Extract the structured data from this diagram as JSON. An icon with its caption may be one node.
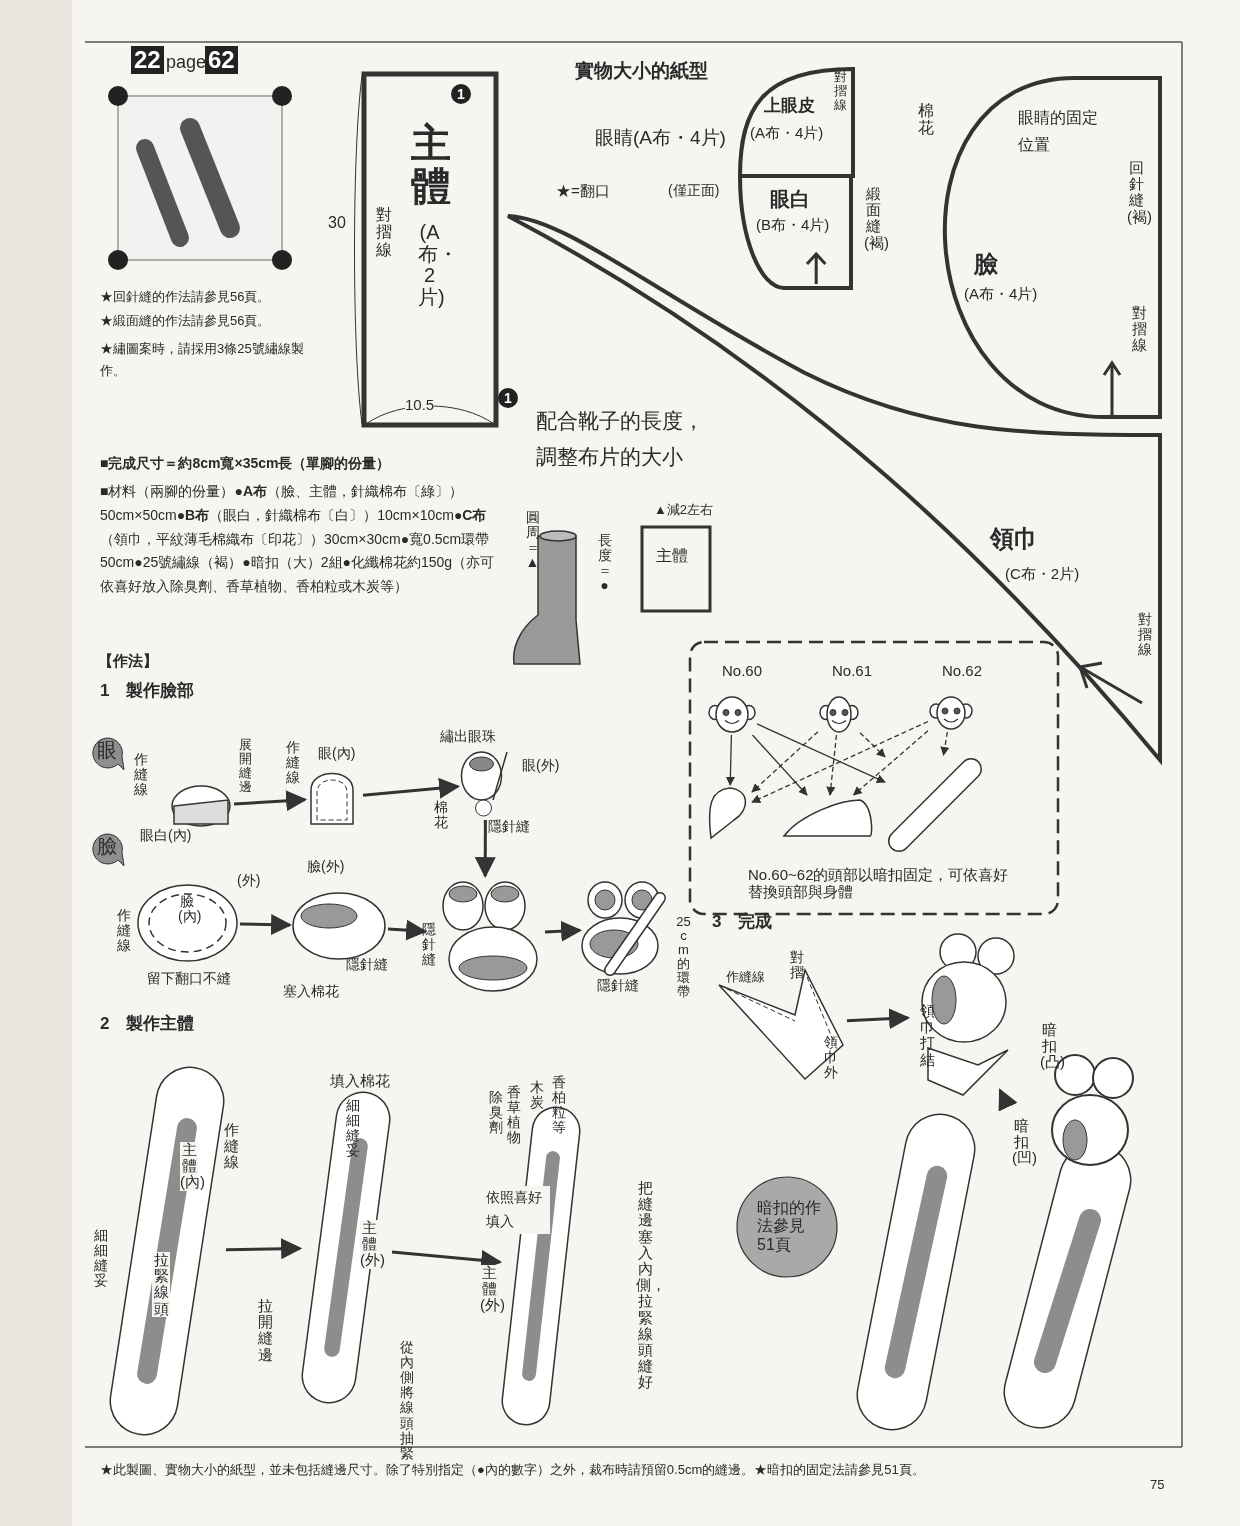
{
  "diagram": {
    "title": "實物大小的紙型",
    "nodes": [
      {
        "text": [],
        "shape": "picture"
      },
      {
        "text": [
          "主體",
          "(A布・2片)"
        ]
      },
      {
        "text": [
          "上眼皮",
          "(A布・4片)"
        ]
      },
      {
        "text": [
          "眼白",
          "(B布・4片)"
        ]
      },
      {
        "text": [
          "臉",
          "(A布・4片)"
        ]
      },
      {
        "text": [
          "領巾",
          "(C布・2片)"
        ]
      },
      {
        "text": [
          "主體"
        ]
      },
      {
        "text": [],
        "shape": "picture"
      },
      {
        "text": [
          "No.60~62的頭部以暗扣固定，可依喜好替換頭部與身體"
        ]
      },
      {
        "text": [],
        "shape": "picture",
        "in": 8
      },
      {
        "text": [],
        "shape": "picture",
        "in": 8
      },
      {
        "text": [],
        "shape": "picture",
        "in": 8
      },
      {
        "text": [],
        "shape": "picture",
        "in": 8
      },
      {
        "text": [],
        "shape": "picture",
        "in": 8
      },
      {
        "text": [],
        "shape": "picture",
        "in": 8
      },
      {
        "text": [],
        "shape": "picture"
      },
      {
        "text": [],
        "shape": "picture"
      },
      {
        "text": [],
        "shape": "picture"
      },
      {
        "text": [],
        "shape": "picture"
      },
      {
        "text": [],
        "shape": "picture"
      },
      {
        "text": [],
        "shape": "picture"
      },
      {
        "text": [],
        "shape": "picture"
      },
      {
        "text": [
          "眼"
        ]
      },
      {
        "text": [
          "臉"
        ]
      },
      {
        "text": [],
        "shape": "picture"
      },
      {
        "text": [],
        "shape": "picture"
      },
      {
        "text": [],
        "shape": "picture"
      },
      {
        "text": [],
        "shape": "picture"
      },
      {
        "text": [],
        "shape": "picture"
      },
      {
        "text": [],
        "shape": "picture"
      },
      {
        "text": [],
        "shape": "picture"
      },
      {
        "text": [
          "暗扣的作法參見51頁"
        ]
      }
    ],
    "edges": [
      {
        "from": 15,
        "to": 16,
        "arrow": "to"
      },
      {
        "from": 16,
        "to": 17,
        "arrow": "to"
      },
      {
        "from": 17,
        "to": 20,
        "arrow": "to"
      },
      {
        "from": 18,
        "to": 19,
        "arrow": "to"
      },
      {
        "from": 19,
        "to": 20,
        "arrow": "to"
      },
      {
        "from": 20,
        "to": 21,
        "arrow": "to"
      },
      {
        "from": 24,
        "to": 25,
        "arrow": "to"
      },
      {
        "from": 25,
        "to": 26,
        "arrow": "to"
      },
      {
        "from": 27,
        "to": 28,
        "arrow": "to"
      },
      {
        "from": 28,
        "to": 30,
        "arrow": "to"
      },
      {
        "from": 9,
        "to": 12,
        "arrow": "to"
      },
      {
        "from": 9,
        "to": 13,
        "arrow": "to"
      },
      {
        "from": 9,
        "to": 14,
        "arrow": "to"
      },
      {
        "from": 10,
        "to": 12,
        "arrow": "to",
        "style": "dashed"
      },
      {
        "from": 10,
        "to": 13,
        "arrow": "to",
        "style": "dashed"
      },
      {
        "from": 10,
        "to": 14,
        "arrow": "to",
        "style": "dashed"
      },
      {
        "from": 11,
        "to": 12,
        "arrow": "to",
        "style": "dashed"
      },
      {
        "from": 11,
        "to": 13,
        "arrow": "to",
        "style": "dashed"
      },
      {
        "from": 11,
        "to": 14,
        "arrow": "to",
        "style": "dashed"
      }
    ],
    "labels": [
      "22",
      "page",
      "62",
      "★回針縫的作法請參見56頁。",
      "★緞面縫的作法請參見56頁。",
      "★繡圖案時，請採用3條25號繡線製作。",
      "■完成尺寸＝約8cm寬×35cm長（單腳的份量）",
      "■材料（兩腳的份量）●**A布**（臉、主體，針織棉布〔綠〕）50cm×50cm●**B布**（眼白，針織棉布〔白〕）10cm×10cm●**C布**（領巾，平紋薄毛棉織布〔印花〕）30cm×30cm●寬0.5cm環帶50cm●25號繡線（褐）●暗扣（大）2組●化纖棉花約150g（亦可依喜好放入除臭劑、香草植物、香柏粒或木炭等）",
      "【作法】",
      "1　製作臉部",
      "2　製作主體",
      "3　完成",
      "30",
      "對摺線",
      "10.5",
      "1",
      "1",
      "眼睛(A布・4片)",
      "★=翻口",
      "(僅正面)",
      "對摺線",
      "棉花",
      "緞面縫(褐)",
      "眼睛的固定位置",
      "回針縫(褐)",
      "對摺線",
      "對摺線",
      "配合靴子的長度，調整布片的大小",
      "圓周＝▲",
      "長度＝●",
      "▲減2左右",
      "No.60",
      "No.61",
      "No.62",
      "作縫線",
      "展開縫邊",
      "眼白(內)",
      "眼(內)",
      "作縫線",
      "繡出眼珠",
      "眼(外)",
      "棉花",
      "隱針縫",
      "(外)",
      "臉(內)",
      "作縫線",
      "留下翻口不縫",
      "臉(外)",
      "塞入棉花",
      "隱針縫",
      "隱針縫",
      "隱針縫",
      "25cm的環帶",
      "作縫線",
      "主體(內)",
      "細細縫妥",
      "拉緊線頭",
      "拉開縫邊",
      "填入棉花",
      "細細縫妥",
      "除臭劑",
      "香草植物",
      "木炭",
      "香柏粒等",
      "依照喜好填入",
      "主體(外)",
      "從內側將線頭抽緊",
      "主體(外)",
      "把縫邊塞入內側，拉緊線頭縫好",
      "作縫線",
      "對摺",
      "領巾外",
      "領巾打結",
      "暗扣(凸)",
      "暗扣(凹)",
      "★此製圖、實物大小的紙型，並未包括縫邊尺寸。除了特別指定（●內的數字）之外，裁布時請預留0.5cm的縫邊。★暗扣的固定法請參見51頁。",
      "75"
    ]
  }
}
